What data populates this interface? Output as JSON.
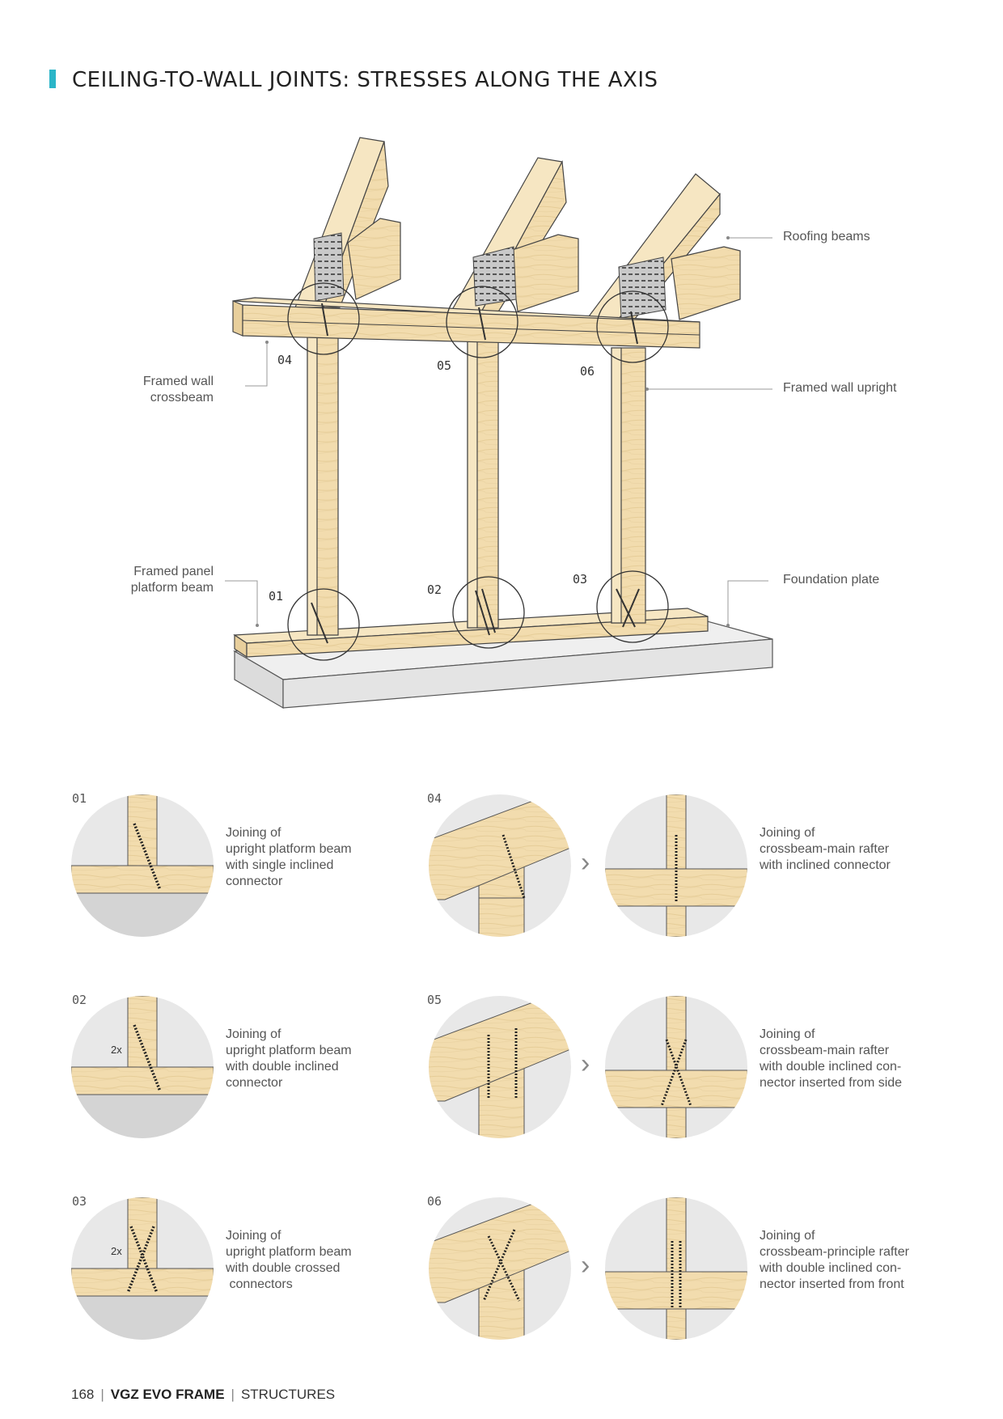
{
  "page": {
    "title": "CEILING-TO-WALL JOINTS: STRESSES ALONG THE AXIS"
  },
  "diagram": {
    "labels": {
      "roofing_beams": "Roofing beams",
      "framed_wall_crossbeam_1": "Framed wall",
      "framed_wall_crossbeam_2": "crossbeam",
      "framed_wall_upright": "Framed wall upright",
      "framed_panel_1": "Framed panel",
      "framed_panel_2": "platform beam",
      "foundation_plate": "Foundation plate"
    },
    "joint_numbers": {
      "j01": "01",
      "j02": "02",
      "j03": "03",
      "j04": "04",
      "j05": "05",
      "j06": "06"
    }
  },
  "details": [
    {
      "num": "01",
      "lines": [
        "Joining of",
        "upright platform beam",
        "with single inclined",
        "connector"
      ]
    },
    {
      "num": "02",
      "mult": "2x",
      "lines": [
        "Joining of",
        "upright platform beam",
        "with double inclined",
        "connector"
      ]
    },
    {
      "num": "03",
      "mult": "2x",
      "lines": [
        "Joining of",
        "upright platform beam",
        "with double crossed",
        " connectors"
      ]
    },
    {
      "num": "04",
      "lines": [
        "Joining of",
        "crossbeam-main rafter",
        "with inclined connector"
      ]
    },
    {
      "num": "05",
      "lines": [
        "Joining of",
        "crossbeam-main rafter",
        "with double inclined con-",
        "nector inserted from side"
      ]
    },
    {
      "num": "06",
      "lines": [
        "Joining of",
        "crossbeam-principle rafter",
        "with double inclined con-",
        "nector inserted from front"
      ]
    }
  ],
  "footer": {
    "page_number": "168",
    "product": "VGZ EVO FRAME",
    "section": "STRUCTURES"
  },
  "colors": {
    "accent": "#2bb5c8",
    "wood": "#f2dcae",
    "wood_dark": "#d9bd85",
    "concrete": "#e6e6e6"
  }
}
